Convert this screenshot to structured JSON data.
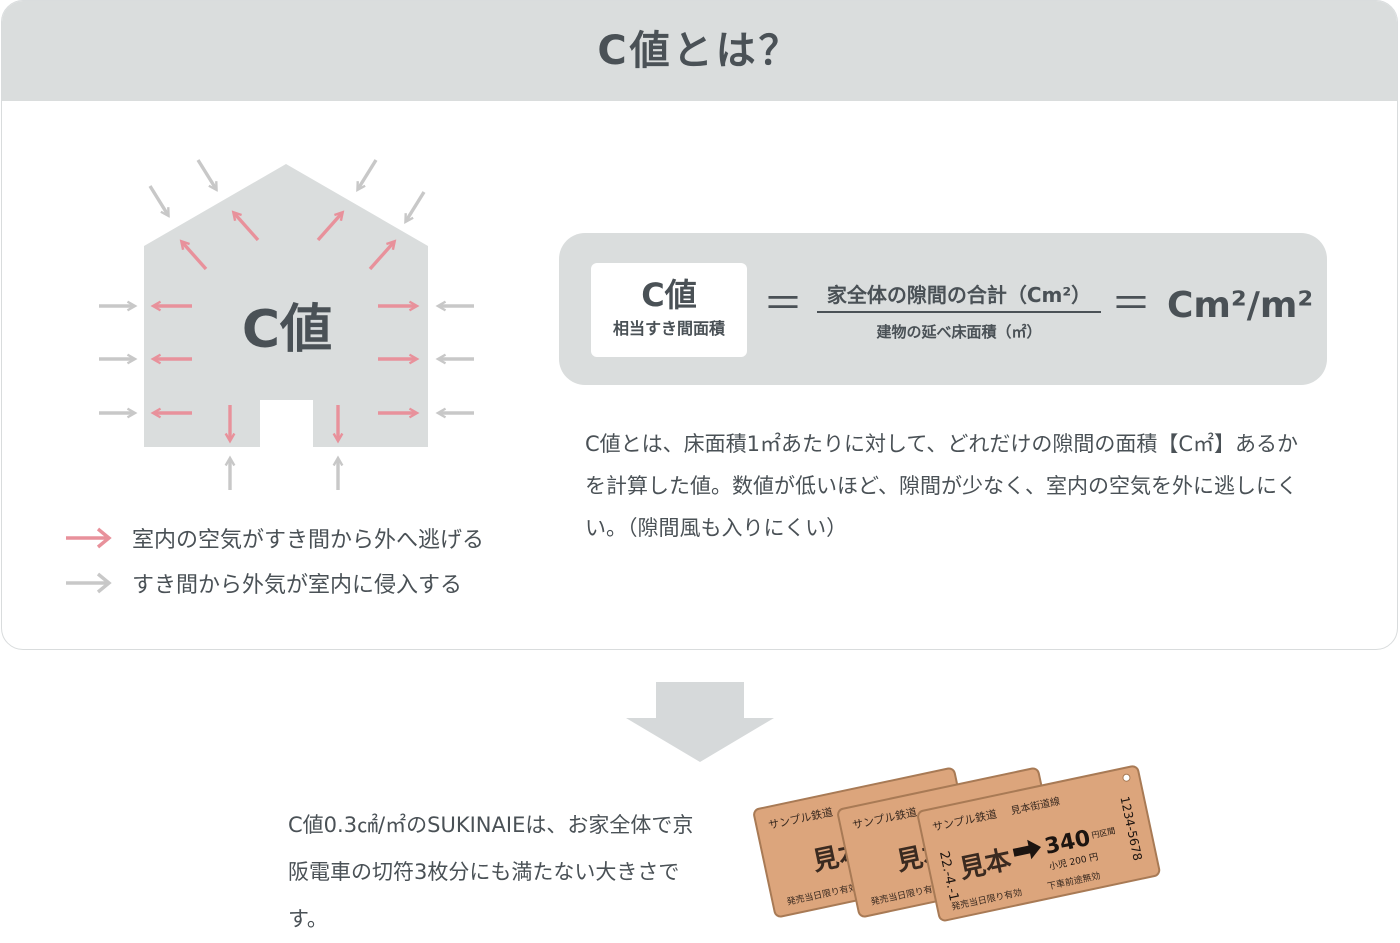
{
  "header": {
    "title": "C値とは？"
  },
  "house": {
    "label": "C値"
  },
  "legend": [
    {
      "text": "室内の空気がすき間から外へ逃げる",
      "color": "#e8919b"
    },
    {
      "text": "すき間から外気が室内に侵入する",
      "color": "#c8c8c8"
    }
  ],
  "formula": {
    "c_main": "C値",
    "c_sub": "相当すき間面積",
    "equals": "＝",
    "numerator": "家全体の隙間の合計（Cm²）",
    "denominator": "建物の延べ床面積（㎡）",
    "unit": "Cm²/m²"
  },
  "description": "C値とは、床面積1㎡あたりに対して、どれだけの隙間の面積【C㎡】あるかを計算した値。数値が低いほど、隙間が少なく、室内の空気を外に逃しにくい。（隙間風も入りにくい）",
  "bottom_text": "C値0.3㎠/㎡のSUKINAIEは、お家全体で京阪電車の切符3枚分にも満たない大きさです。",
  "ticket": {
    "company": "サンプル鉄道",
    "mihon": "見本",
    "date": "22.-4.-1",
    "line": "見本街道線",
    "fare": "340",
    "fare_unit": "円区間",
    "child_fare": "小児 200 円",
    "validity": "発売当日限り有効",
    "no_stopover": "下車前途無効",
    "serial": "1234-5678"
  },
  "colors": {
    "inner_arrow": "#e8919b",
    "outer_arrow": "#c8c8c8",
    "house": "#dadddd",
    "ticket": "#dca57c"
  }
}
